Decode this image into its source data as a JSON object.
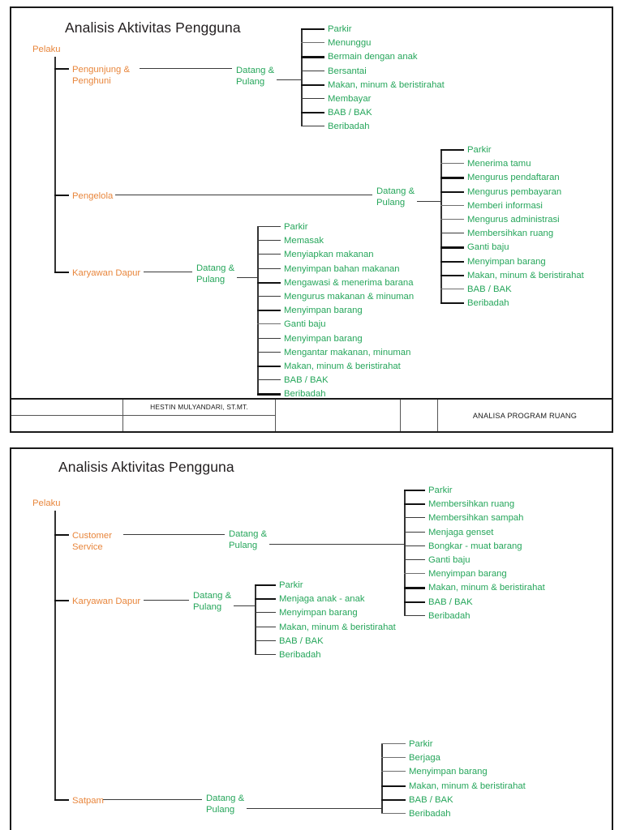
{
  "meta": {
    "accent_orange": "#e8863c",
    "accent_green": "#26a65b",
    "line_color": "#3a3a3a",
    "text_color": "#231f20"
  },
  "titleblock": {
    "author": "HESTIN MULYANDARI, ST.MT.",
    "sheet_title": "ANALISA PROGRAM RUANG",
    "cell_1_top": "",
    "cell_1_bottom": "",
    "cell_2_bottom": "",
    "cell_3": "",
    "cell_4": ""
  },
  "sheets": [
    {
      "id": "sheet-1",
      "title": "Analisis Aktivitas Pengguna",
      "root_label": "Pelaku",
      "branches": [
        {
          "actor": "Pengunjung &\nPenghuni",
          "stage": "Datang &\nPulang",
          "activities": [
            {
              "label": "Parkir",
              "weight": "bold"
            },
            {
              "label": "Menunggu",
              "weight": "thin"
            },
            {
              "label": "Bermain dengan anak",
              "weight": "bold"
            },
            {
              "label": "Bersantai",
              "weight": "normal"
            },
            {
              "label": "Makan, minum & beristirahat",
              "weight": "bold"
            },
            {
              "label": "Membayar",
              "weight": "normal"
            },
            {
              "label": "BAB / BAK",
              "weight": "bold"
            },
            {
              "label": "Beribadah",
              "weight": "normal"
            }
          ]
        },
        {
          "actor": "Pengelola",
          "stage": "Datang &\nPulang",
          "activities": [
            {
              "label": "Parkir",
              "weight": "bold"
            },
            {
              "label": "Menerima tamu",
              "weight": "thin"
            },
            {
              "label": "Mengurus pendaftaran",
              "weight": "bold"
            },
            {
              "label": "Mengurus pembayaran",
              "weight": "bold"
            },
            {
              "label": "Memberi informasi",
              "weight": "thin"
            },
            {
              "label": "Mengurus administrasi",
              "weight": "thin"
            },
            {
              "label": "Membersihkan ruang",
              "weight": "normal"
            },
            {
              "label": "Ganti baju",
              "weight": "bold"
            },
            {
              "label": "Menyimpan barang",
              "weight": "bold"
            },
            {
              "label": "Makan, minum & beristirahat",
              "weight": "bold"
            },
            {
              "label": "BAB / BAK",
              "weight": "thin"
            },
            {
              "label": "Beribadah",
              "weight": "bold"
            }
          ]
        },
        {
          "actor": "Karyawan Dapur",
          "stage": "Datang &\nPulang",
          "activities": [
            {
              "label": "Parkir",
              "weight": "normal"
            },
            {
              "label": "Memasak",
              "weight": "normal"
            },
            {
              "label": "Menyiapkan makanan",
              "weight": "normal"
            },
            {
              "label": "Menyimpan bahan makanan",
              "weight": "normal"
            },
            {
              "label": "Mengawasi & menerima barana",
              "weight": "bold"
            },
            {
              "label": "Mengurus makanan & minuman",
              "weight": "normal"
            },
            {
              "label": "Menyimpan barang",
              "weight": "bold"
            },
            {
              "label": "Ganti baju",
              "weight": "thin"
            },
            {
              "label": "Menyimpan barang",
              "weight": "normal"
            },
            {
              "label": "Mengantar makanan, minuman",
              "weight": "normal"
            },
            {
              "label": "Makan, minum & beristirahat",
              "weight": "bold"
            },
            {
              "label": "BAB / BAK",
              "weight": "normal"
            },
            {
              "label": "Beribadah",
              "weight": "bold"
            }
          ]
        }
      ]
    },
    {
      "id": "sheet-2",
      "title": "Analisis Aktivitas Pengguna",
      "root_label": "Pelaku",
      "branches": [
        {
          "actor": "Customer\nService",
          "stage": "Datang &\nPulang",
          "activities": [
            {
              "label": "Parkir",
              "weight": "bold"
            },
            {
              "label": "Membersihkan ruang",
              "weight": "bold"
            },
            {
              "label": "Membersihkan sampah",
              "weight": "normal"
            },
            {
              "label": "Menjaga genset",
              "weight": "normal"
            },
            {
              "label": "Bongkar - muat barang",
              "weight": "normal"
            },
            {
              "label": "Ganti baju",
              "weight": "normal"
            },
            {
              "label": "Menyimpan barang",
              "weight": "thin"
            },
            {
              "label": "Makan, minum & beristirahat",
              "weight": "bold"
            },
            {
              "label": "BAB / BAK",
              "weight": "bold"
            },
            {
              "label": "Beribadah",
              "weight": "normal"
            }
          ]
        },
        {
          "actor": "Karyawan Dapur",
          "stage": "Datang &\nPulang",
          "activities": [
            {
              "label": "Parkir",
              "weight": "bold"
            },
            {
              "label": "Menjaga anak - anak",
              "weight": "bold"
            },
            {
              "label": "Menyimpan barang",
              "weight": "normal"
            },
            {
              "label": "Makan, minum & beristirahat",
              "weight": "normal"
            },
            {
              "label": "BAB / BAK",
              "weight": "normal"
            },
            {
              "label": "Beribadah",
              "weight": "normal"
            }
          ]
        },
        {
          "actor": "Satpam",
          "stage": "Datang &\nPulang",
          "activities": [
            {
              "label": "Parkir",
              "weight": "thin"
            },
            {
              "label": "Berjaga",
              "weight": "thin"
            },
            {
              "label": "Menyimpan barang",
              "weight": "thin"
            },
            {
              "label": "Makan, minum & beristirahat",
              "weight": "bold"
            },
            {
              "label": "BAB / BAK",
              "weight": "bold"
            },
            {
              "label": "Beribadah",
              "weight": "thin"
            }
          ]
        }
      ]
    }
  ]
}
